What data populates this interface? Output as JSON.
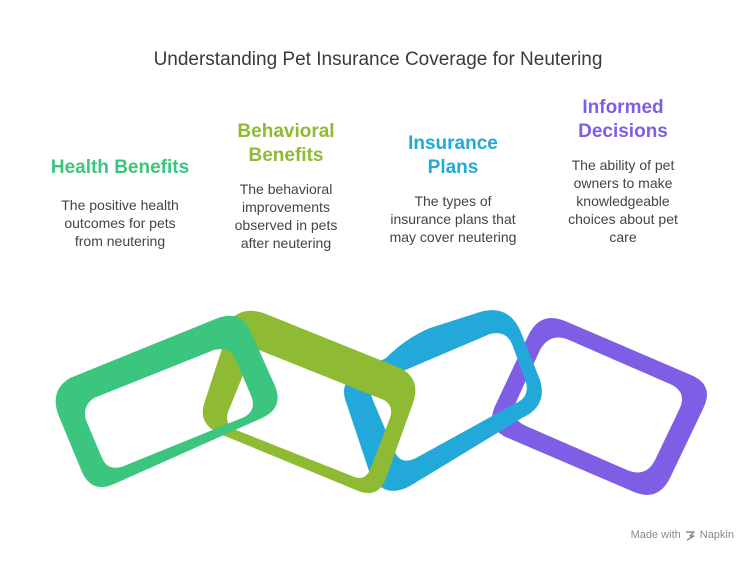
{
  "title": "Understanding Pet Insurance Coverage for Neutering",
  "columns": [
    {
      "title_lines": [
        "Health Benefits"
      ],
      "desc_lines": [
        "The positive health",
        "outcomes for pets",
        "from neutering"
      ],
      "color": "#3cc57e"
    },
    {
      "title_lines": [
        "Behavioral",
        "Benefits"
      ],
      "desc_lines": [
        "The behavioral",
        "improvements",
        "observed in pets",
        "after neutering"
      ],
      "color": "#8fbb34"
    },
    {
      "title_lines": [
        "Insurance",
        "Plans"
      ],
      "desc_lines": [
        "The types of",
        "insurance plans that",
        "may cover neutering"
      ],
      "color": "#22a9d9"
    },
    {
      "title_lines": [
        "Informed",
        "Decisions"
      ],
      "desc_lines": [
        "The ability of pet",
        "owners to make",
        "knowledgeable",
        "choices about pet",
        "care"
      ],
      "color": "#7f5ee6"
    }
  ],
  "footer": {
    "made_with": "Made with",
    "brand": "Napkin"
  }
}
